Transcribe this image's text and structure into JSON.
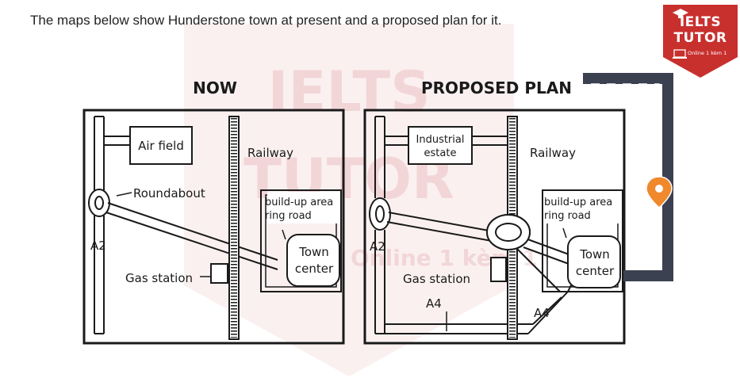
{
  "caption": "The maps below show Hunderstone town at present and a proposed plan for it.",
  "logo": {
    "line1": "IELTS",
    "line2": "TUTOR",
    "line3": "Online 1 kèm 1"
  },
  "watermark": {
    "line1": "IELTS",
    "line2": "TUTOR",
    "line3": "Online 1 kèm 1"
  },
  "now_map": {
    "heading": "NOW",
    "air_field": "Air field",
    "railway": "Railway",
    "roundabout": "Roundabout",
    "builtup": "build-up area",
    "ring_road": "ring road",
    "a2": "A2",
    "town": "Town",
    "center": "center",
    "gas_station": "Gas station"
  },
  "plan_map": {
    "heading": "PROPOSED PLAN",
    "industrial": "Industrial",
    "estate": "estate",
    "railway": "Railway",
    "builtup": "build-up area",
    "ring_road": "ring road",
    "a2": "A2",
    "town": "Town",
    "center": "center",
    "gas_station": "Gas station",
    "a4_left": "A4",
    "a4_right": "A4"
  },
  "colors": {
    "brand_red": "#c8302e",
    "road_dark": "#3b4150",
    "pin_orange": "#f0882c"
  },
  "icons": [
    "location-pin-icon",
    "laptop-icon",
    "graduation-cap-icon"
  ]
}
